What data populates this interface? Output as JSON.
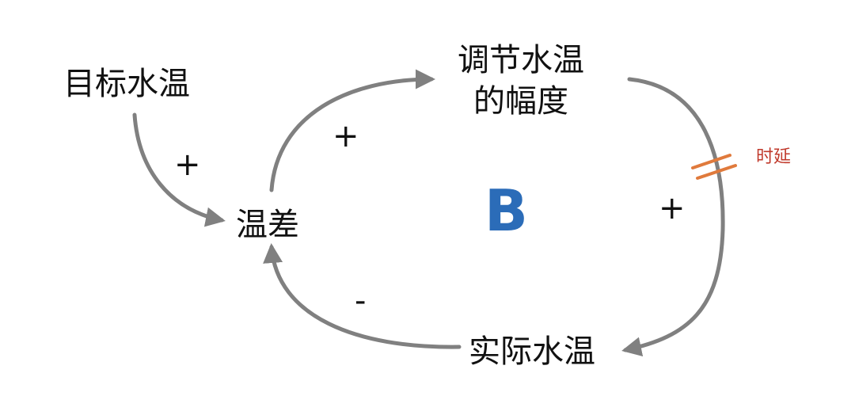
{
  "nodes": {
    "target_temp": "目标水温",
    "temp_diff": "温差",
    "adjust_line1": "调节水温",
    "adjust_line2": "的幅度",
    "actual_temp": "实际水温"
  },
  "links": {
    "target_to_diff_sign": "+",
    "diff_to_adjust_sign": "+",
    "adjust_to_actual_sign": "+",
    "actual_to_diff_sign": "-"
  },
  "delay_label": "时延",
  "loop_label": "B",
  "colors": {
    "arrow": "#808080",
    "delay": "#e07a3c",
    "delay_text": "#c0392b",
    "loop": "#2b6cb8",
    "text": "#111111"
  }
}
